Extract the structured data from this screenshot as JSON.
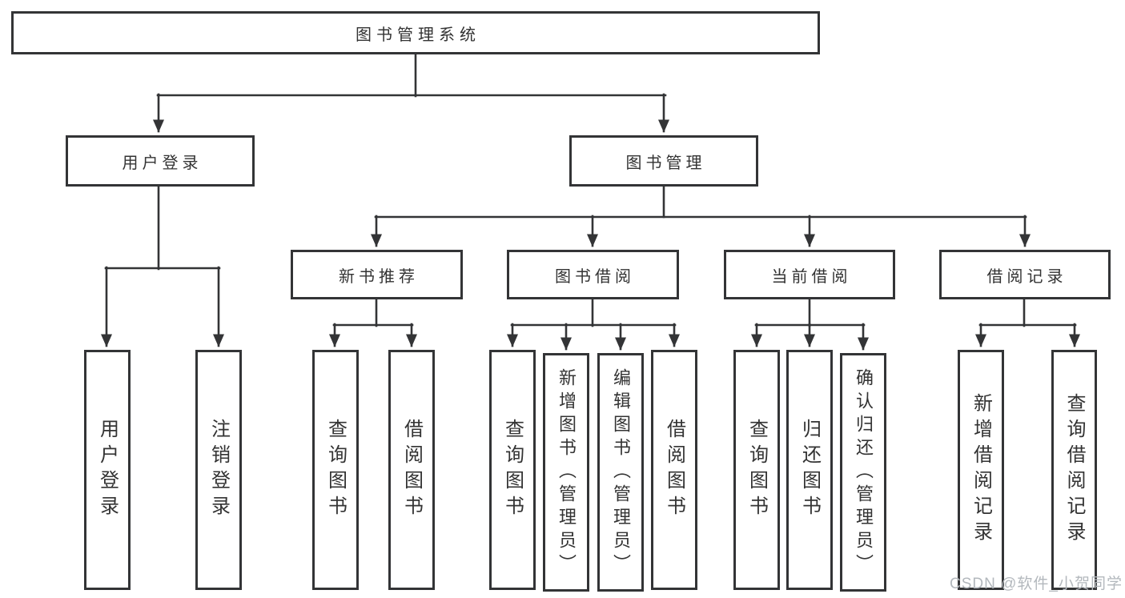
{
  "diagram": {
    "title": "图书管理系统",
    "type": "hierarchy-tree",
    "root": {
      "label": "图书管理系统"
    },
    "level2": [
      {
        "label": "用户登录"
      },
      {
        "label": "图书管理"
      }
    ],
    "level3": [
      {
        "label": "新书推荐",
        "parent": "图书管理"
      },
      {
        "label": "图书借阅",
        "parent": "图书管理"
      },
      {
        "label": "当前借阅",
        "parent": "图书管理"
      },
      {
        "label": "借阅记录",
        "parent": "图书管理"
      }
    ],
    "leaves": [
      {
        "label": "用户登录",
        "parent": "用户登录"
      },
      {
        "label": "注销登录",
        "parent": "用户登录"
      },
      {
        "label": "查询图书",
        "parent": "新书推荐"
      },
      {
        "label": "借阅图书",
        "parent": "新书推荐"
      },
      {
        "label": "查询图书",
        "parent": "图书借阅"
      },
      {
        "label": "新增图书（管理员）",
        "parent": "图书借阅"
      },
      {
        "label": "编辑图书（管理员）",
        "parent": "图书借阅"
      },
      {
        "label": "借阅图书",
        "parent": "图书借阅"
      },
      {
        "label": "查询图书",
        "parent": "当前借阅"
      },
      {
        "label": "归还图书",
        "parent": "当前借阅"
      },
      {
        "label": "确认归还（管理员）",
        "parent": "当前借阅"
      },
      {
        "label": "新增借阅记录",
        "parent": "借阅记录"
      },
      {
        "label": "查询借阅记录",
        "parent": "借阅记录"
      }
    ]
  },
  "watermark": {
    "text": "CSDN @软件_小贺同学"
  },
  "colors": {
    "line": "#333436",
    "text": "#333333",
    "watermark": "#b3b8bd",
    "background": "#ffffff"
  }
}
